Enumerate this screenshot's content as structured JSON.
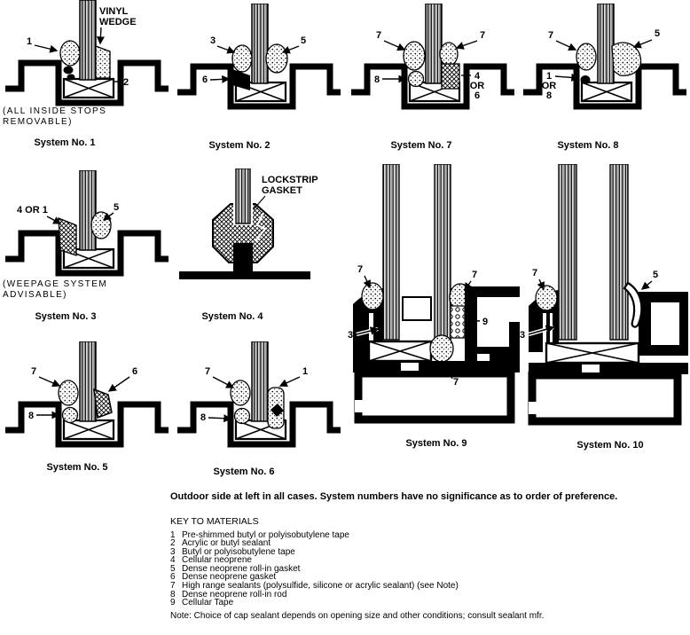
{
  "figures": {
    "s1": {
      "caption": "System No. 1",
      "note1": "(ALL INSIDE STOPS",
      "note2": "REMOVABLE)",
      "c_left": "1",
      "c_vinyl1": "VINYL",
      "c_vinyl2": "WEDGE",
      "c_right": "2"
    },
    "s2": {
      "caption": "System No. 2",
      "c_left": "3",
      "c_right": "5",
      "c_lower": "6"
    },
    "s7": {
      "caption": "System No. 7",
      "c_left": "7",
      "c_right": "7",
      "c_lower": "8",
      "alt1": "4",
      "alt2": "OR",
      "alt3": "6"
    },
    "s8": {
      "caption": "System No. 8",
      "c_left": "7",
      "c_right": "5",
      "alt1": "1",
      "alt2": "OR",
      "alt3": "8"
    },
    "s3": {
      "caption": "System No. 3",
      "note1": "(WEEPAGE SYSTEM",
      "note2": "ADVISABLE)",
      "c_left": "4 OR 1",
      "c_right": "5"
    },
    "s4": {
      "caption": "System No. 4",
      "label1": "LOCKSTRIP",
      "label2": "GASKET"
    },
    "s5": {
      "caption": "System No. 5",
      "c_left": "7",
      "c_right": "6",
      "c_lower": "8"
    },
    "s6": {
      "caption": "System No. 6",
      "c_left": "7",
      "c_right": "1",
      "c_lower": "8"
    },
    "s9": {
      "caption": "System No. 9",
      "c_topleft": "7",
      "c_topright": "7",
      "c_left": "3",
      "c_right": "9",
      "c_bottom": "7"
    },
    "s10": {
      "caption": "System No. 10",
      "c_topleft": "7",
      "c_topright": "5",
      "c_left": "3"
    }
  },
  "footer": {
    "bold_note": "Outdoor side at left in all cases. System numbers have no significance as to order of preference.",
    "key_heading": "KEY TO MATERIALS",
    "key_items": [
      {
        "num": "1",
        "text": "Pre-shimmed butyl or polyisobutylene tape"
      },
      {
        "num": "2",
        "text": "Acrylic or butyl sealant"
      },
      {
        "num": "3",
        "text": "Butyl or polyisobutylene tape"
      },
      {
        "num": "4",
        "text": "Cellular neoprene"
      },
      {
        "num": "5",
        "text": "Dense neoprene roll-in gasket"
      },
      {
        "num": "6",
        "text": "Dense neoprene gasket"
      },
      {
        "num": "7",
        "text": "High range sealants (polysulfide, silicone or acrylic sealant) (see Note)"
      },
      {
        "num": "8",
        "text": "Dense neoprene roll-in rod"
      },
      {
        "num": "9",
        "text": "Cellular Tape"
      }
    ],
    "note": "Note: Choice of cap sealant depends on opening size and other conditions; consult sealant mfr."
  },
  "colors": {
    "ink": "#000000",
    "paper": "#ffffff"
  }
}
